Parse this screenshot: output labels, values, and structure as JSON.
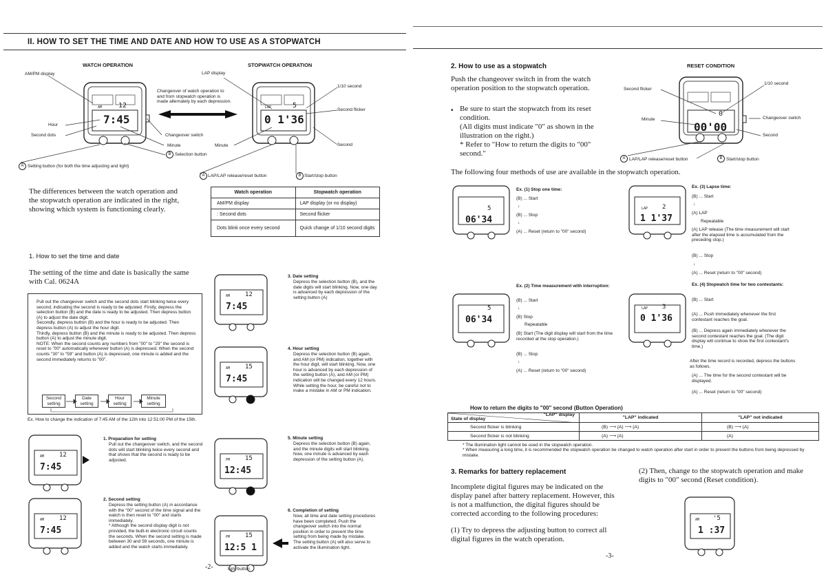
{
  "header": {
    "title": "II.  HOW TO SET THE TIME AND DATE AND HOW TO USE AS A STOPWATCH"
  },
  "left": {
    "watch_op_heading": "WATCH OPERATION",
    "stopwatch_op_heading": "STOPWATCH OPERATION",
    "labels": {
      "ampm": "AM/PM display",
      "hour": "Hour",
      "second_dots": "Second dots",
      "lap_display": "LAP display",
      "tenth_second": "1/10 second",
      "second_flicker": "Second flicker",
      "second": "Second",
      "minute": "Minute",
      "minute2": "Minute",
      "changeover_switch": "Changeover switch",
      "selection_button": "Selection button",
      "changeover_note": "Changeover of watch operation to and from stopwatch operation is made alternately by each depression.",
      "setting_button": "Setting button (for both the time adjusting and light)",
      "lap_reset_button": "LAP/LAP release/reset button",
      "start_stop_button": "Start/stop button",
      "btn_a": "A",
      "btn_b": "B"
    },
    "watch_display": {
      "ampm": "AM",
      "top": "12",
      "main": "7:45"
    },
    "stop_display": {
      "lap": "LAP",
      "top": "5",
      "main": "0 1'36"
    },
    "intro": "The differences between the watch operation and the stopwatch operation are indicated in the right, showing which system is functioning clearly.",
    "table": {
      "headers": [
        "Watch operation",
        "Stopwatch operation"
      ],
      "rows": [
        [
          "AM/PM display",
          "LAP display (or no display)"
        ],
        [
          ": Second dots",
          "Second flicker"
        ],
        [
          "Dots blink once every second",
          "Quick change of 1/10 second digits"
        ]
      ]
    },
    "section1_title": "1.  How to set the time and date",
    "section1_intro": "The setting of the time and date is basically the same with Cal. 0624A",
    "box_text": "Pull out the changeover switch and the second dots start blinking twice every second, indicating the second is ready to be adjusted. Firstly, depress the selection button (B) and the date is ready to be adjusted. Then depress button (A) to adjust the date digit.\nSecondly, depress button (B) and the hour is ready to be adjusted. Then depress button (A) to adjust the hour digit.\nThirdly, depress button (B) and the minute is ready to be adjusted. Then depress button (A) to adjust the minute digit.\nNOTE: When the second counts any numbers from \"00\" to \"29\" the second is reset to \"00\" automatically whenever button (A) is depressed. When the second counts \"30\" to \"59\" and button (A) is depressed, one minute is added and the second immediately returns to \"00\".",
    "flow": [
      "Second setting",
      "Date setting",
      "Hour setting",
      "Minute setting"
    ],
    "example": "Ex. How to change the indication of 7:45 AM of the 12th into 12:51:00 PM of the 15th.",
    "step1_title": "1.  Preparation for setting",
    "step1": "Pull out the changeover switch, and the second dots will start blinking twice every second and that shows that the second is ready to be adjusted.",
    "step2_title": "2.  Second setting",
    "step2": "Depress the setting button (A) in accordance with the \"00\" second of the time signal and the watch is then reset to \"00\" and starts immediately.\n*  Although the second display digit is not provided, the built-in electronic circuit counts the seconds. When the second setting is made between 30 and 59 seconds, one minute is added and the watch starts immediately.",
    "step3_title": "3.  Date setting",
    "step3": "Depress the selection button (B), and the date digits will start blinking. Now, one day is advanced by each depression of the setting button (A)",
    "step4_title": "4.  Hour setting",
    "step4": "Depress the selection button (B) again, and AM (or PM) indication, together with the hour digit, will start blinking. Now, one hour is advanced by each depression of the setting button (A), and AM (or PM) indication will be changed every 12 hours.\nWhile setting the hour, be careful not to make a mistake in AM or PM indication.",
    "step5_title": "5.  Minute setting",
    "step5": "Depress the selection button (B) again, and the minute digits will start blinking. Now, one minute is advanced by each depression of the setting button (A).",
    "step6_title": "6.  Completion of setting",
    "step6": "Now, all time and date setting procedures have been completed. Push the changeover switch into the normal position in order to prevent the time setting from being made by mistake.\nThe setting button (A) will also serve to activate the illumination light.",
    "light_button": "light button",
    "displays": [
      {
        "ampm": "AM",
        "top": "12",
        "main": "7:45"
      },
      {
        "ampm": "AM",
        "top": "12",
        "main": "7:45"
      },
      {
        "ampm": "AM",
        "top": "12",
        "main": "7:45"
      },
      {
        "ampm": "AM",
        "top": "15",
        "main": "7:45"
      },
      {
        "ampm": "PM",
        "top": "15",
        "main": "12:45"
      },
      {
        "ampm": "PM",
        "top": "15",
        "main": "12:5 1"
      }
    ],
    "page_number": "-2-"
  },
  "right": {
    "section2_title": "2.  How to use as a stopwatch",
    "section2_intro": "Push the changeover switch in from the watch operation position to the stopwatch operation.",
    "bullet": "Be sure to start the stopwatch from its reset condition.\n(All digits must indicate \"0\" as shown in the illustration on the right.)\n*  Refer to \"How to return the digits to \"00\" second.\"",
    "reset_heading": "RESET CONDITION",
    "reset_labels": {
      "second_flicker": "Second flicker",
      "tenth": "1/10 second",
      "minute": "Minute",
      "changeover": "Changeover switch",
      "second": "Second",
      "lap_btn": "LAP/LAP release/reset button",
      "start_btn": "Start/stop button"
    },
    "reset_display": {
      "top": "0",
      "main": "00'00"
    },
    "four_methods": "The following four methods of use are available in the stopwatch operation.",
    "ex1_title": "Ex.  (1) Stop one time:",
    "ex1": [
      "(B) ... Start",
      "(B) ... Stop",
      "(A) ... Reset (return to \"00\" second)"
    ],
    "ex1_display": {
      "top": "5",
      "main": "06'34"
    },
    "ex2_title": "Ex.  (2) Time measurement with interruption:",
    "ex2": [
      "(B) ... Start",
      "(B) Stop",
      "Repeatable",
      "(B) Start (The digit display will start from the time recorded at the stop operation.)",
      "(B) ... Stop",
      "(A) ... Reset (return to \"00\" second)"
    ],
    "ex2_display": {
      "top": "5",
      "main": "06'34"
    },
    "ex3_title": "Ex.  (3) Lapse time:",
    "ex3": [
      "(B) ... Start",
      "(A) LAP",
      "Repeatable",
      "(A) LAP release (The time measurement will start after the elapsed time is accumulated from the preceding stop.)",
      "(B) ... Stop",
      "(A) ... Reset (return to \"00\" second)"
    ],
    "ex3_display": {
      "lap": "LAP",
      "top": "2",
      "main": "1 1'37"
    },
    "ex4_title": "Ex.  (4) Stopwatch time for two contestants:",
    "ex4": [
      "(B) ... Start",
      "(A) ... Push immediately whenever the first contestant reaches the goal.",
      "(B) ... Depress again immediately whenever the second contestant reaches the goal. (The digit display will continue to show the first contestant's time.)",
      "After the time record is recorded, depress the buttons as follows.",
      "(A) ... The time for the second contestant will be displayed.",
      "(A) ... Reset (return to \"00\" second)"
    ],
    "ex4_display": {
      "lap": "LAP",
      "top": "3",
      "main": "0 1'36"
    },
    "return_title": "How to return the digits to \"00\" second (Button Operation)",
    "return_table": {
      "corner_top": "\"LAP\" display",
      "corner_bottom": "State of display",
      "col1": "\"LAP\" indicated",
      "col2": "\"LAP\" not indicated",
      "rows": [
        [
          "Second flicker is blinking",
          "(B) ⟶ (A) ⟶ (A)",
          "(B) ⟶ (A)"
        ],
        [
          "Second flicker is not blinking",
          "(A) ⟶ (A)",
          "(A)"
        ]
      ]
    },
    "notes": [
      "*  The illumination light cannot be used in the stopwatch operation.",
      "*  When measuring a long time, it is recommended the stopwatch operation be changed to watch operation after start in order to prevent the buttons from being depressed by mistake."
    ],
    "section3_title": "3.  Remarks for battery replacement",
    "section3": "Incomplete digital figures may be indicated on the display panel after battery replacement. However, this is not a malfunction, the digital figures should be corrected according to the following procedures:",
    "section3_step1": "(1)  Try to depress the adjusting button to correct all digital figures in the watch operation.",
    "section3_step2": "(2)  Then, change to the stopwatch operation and make digits to \"00\" second (Reset condition).",
    "battery_display": {
      "ampm": "AM",
      "top": "'5",
      "main": "1 :37"
    },
    "page_number": "-3-"
  }
}
